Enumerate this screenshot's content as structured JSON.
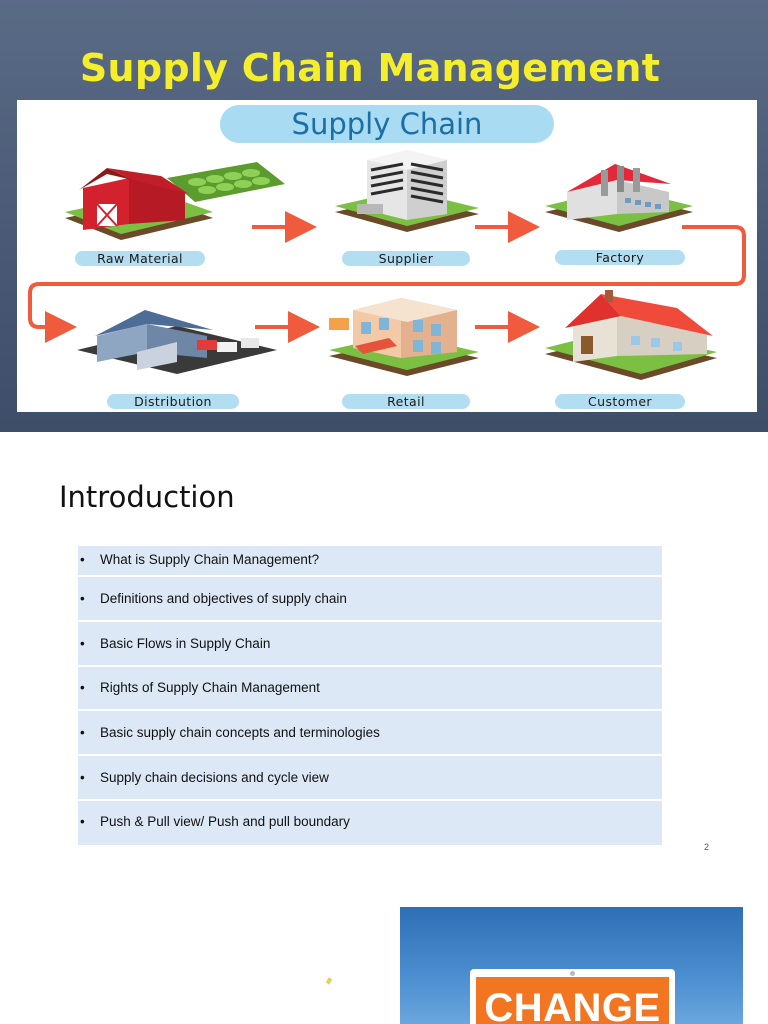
{
  "slide1": {
    "title": "Supply Chain Management",
    "diagram_title": "Supply Chain",
    "nodes": [
      {
        "label": "Raw Material"
      },
      {
        "label": "Supplier"
      },
      {
        "label": "Factory"
      },
      {
        "label": "Distribution"
      },
      {
        "label": "Retail"
      },
      {
        "label": "Customer"
      }
    ],
    "colors": {
      "arrow": "#ef5b3c",
      "pill": "#b3def2",
      "title": "#f5ee2a"
    }
  },
  "slide2": {
    "heading": "Introduction",
    "bullet_symbol": "•",
    "items": [
      " What is Supply Chain Management?",
      "Definitions and objectives of supply chain",
      "Basic Flows in Supply Chain",
      "Rights of Supply Chain Management",
      "Basic supply chain concepts and terminologies",
      "Supply chain decisions and cycle view",
      "Push & Pull view/ Push and pull boundary"
    ],
    "page_number": "2"
  },
  "slide3": {
    "sign_text": "CHANGE"
  }
}
